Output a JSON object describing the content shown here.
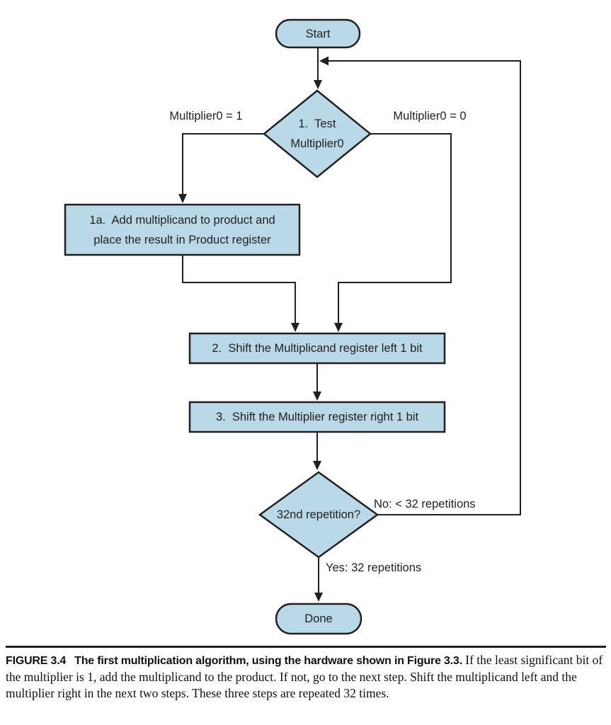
{
  "diagram": {
    "colors": {
      "node_fill": "#b9d9e8",
      "node_stroke": "#231f20",
      "line": "#231f20"
    },
    "nodes": {
      "start": {
        "label": "Start"
      },
      "test": {
        "line1": "1.  Test",
        "line2": "Multiplier0"
      },
      "add": {
        "line1": "1a.  Add multiplicand to product and",
        "line2": "place the result in Product register"
      },
      "shift_left": {
        "label": "2.  Shift the Multiplicand register left 1 bit"
      },
      "shift_right": {
        "label": "3.  Shift the Multiplier register right 1 bit"
      },
      "repetition": {
        "label": "32nd repetition?"
      },
      "done": {
        "label": "Done"
      }
    },
    "edge_labels": {
      "multiplier0_eq_1": "Multiplier0 = 1",
      "multiplier0_eq_0": "Multiplier0 = 0",
      "no": "No: < 32 repetitions",
      "yes": "Yes: 32 repetitions"
    }
  },
  "caption": {
    "figure_label": "FIGURE 3.4",
    "title_bold": "The first multiplication algorithm, using the hardware shown in Figure 3.3.",
    "body": "If the least significant bit of the multiplier is 1, add the multiplicand to the product. If not, go to the next step. Shift the multiplicand left and the multiplier right in the next two steps. These three steps are repeated 32 times."
  }
}
